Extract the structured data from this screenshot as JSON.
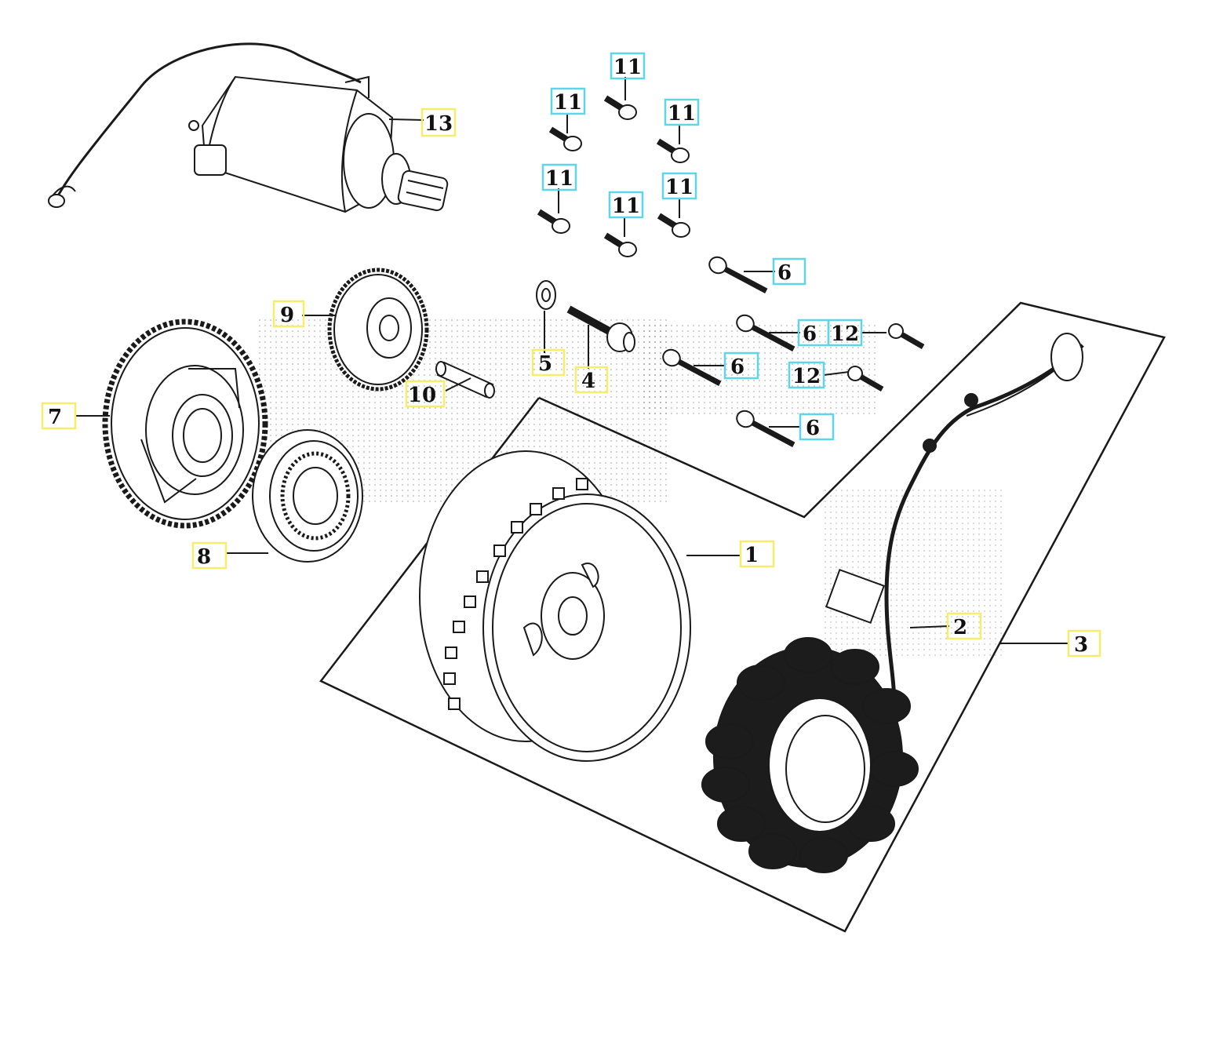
{
  "colors": {
    "yellow_box": "#f6ee6a",
    "cyan_box": "#5fd6e6",
    "line": "#1a1a1a",
    "part_fill": "#ffffff",
    "coil_fill": "#1c1c1c"
  },
  "callouts": {
    "c1": "1",
    "c2": "2",
    "c3": "3",
    "c4": "4",
    "c5": "5",
    "c6a": "6",
    "c6b": "6",
    "c6c": "6",
    "c6d": "6",
    "c7": "7",
    "c8": "8",
    "c9": "9",
    "c10": "10",
    "c11a": "11",
    "c11b": "11",
    "c11c": "11",
    "c11d": "11",
    "c11e": "11",
    "c11f": "11",
    "c12a": "12",
    "c12b": "12",
    "c13": "13"
  }
}
